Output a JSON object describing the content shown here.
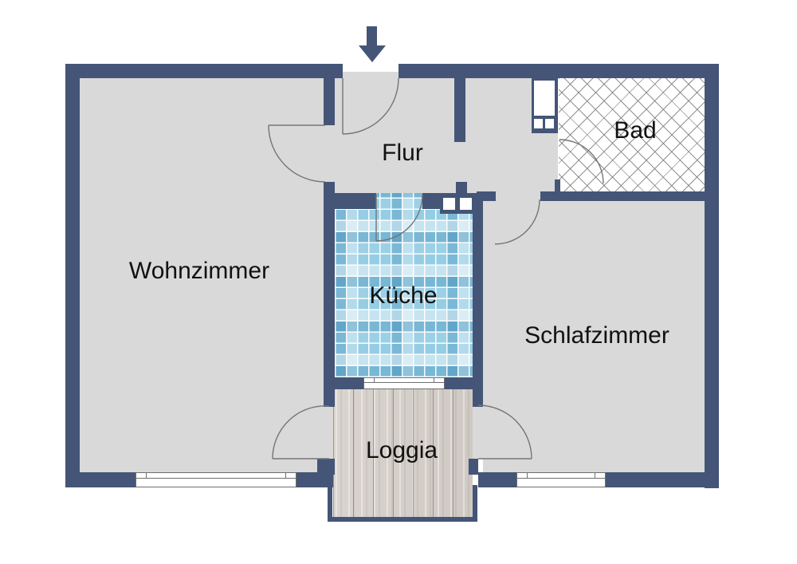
{
  "plan_title": "",
  "rooms": [
    {
      "id": "wohnzimmer",
      "label": "Wohnzimmer",
      "floor_pattern": "plain-gray"
    },
    {
      "id": "flur",
      "label": "Flur",
      "floor_pattern": "plain-gray"
    },
    {
      "id": "kueche",
      "label": "Küche",
      "floor_pattern": "blue-mosaic-tiles"
    },
    {
      "id": "bad",
      "label": "Bad",
      "floor_pattern": "white-crosshatch"
    },
    {
      "id": "schlafzimmer",
      "label": "Schlafzimmer",
      "floor_pattern": "plain-gray"
    },
    {
      "id": "loggia",
      "label": "Loggia",
      "floor_pattern": "wood-planks"
    }
  ],
  "entrance": {
    "icon": "down-arrow-icon"
  },
  "features": {
    "doors": 7,
    "windows": 3,
    "shafts": 2
  },
  "colors": {
    "wall": "#445577",
    "floor": "#d9d9d9",
    "tile_base": "#9ed0e5",
    "wood_base": "#d7d1cb",
    "hatch_line": "#7d7d7d",
    "door_arc": "#757575",
    "window_frame": "#6e6e6e",
    "label_text": "#111111",
    "background": "#ffffff"
  }
}
